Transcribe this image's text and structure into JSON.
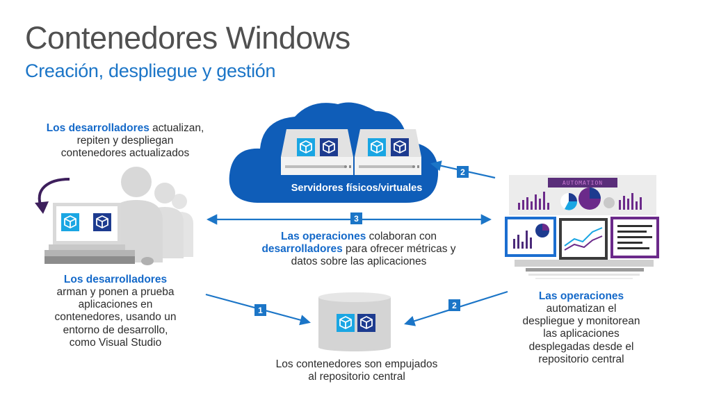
{
  "header": {
    "title": "Contenedores Windows",
    "subtitle": "Creación, despliegue y gestión"
  },
  "cloud": {
    "label": "Servidores físicos/virtuales"
  },
  "monitor": {
    "banner": "AUTOMATION"
  },
  "badges": {
    "step1": "1",
    "step2_top": "2",
    "step2_bottom": "2",
    "step3": "3"
  },
  "texts": {
    "dev_update": {
      "highlight": "Los desarrolladores",
      "rest1": " actualizan,",
      "line2": "repiten y despliegan",
      "line3": "contenedores actualizados"
    },
    "dev_build": {
      "highlight": "Los desarrolladores",
      "line2": "arman y ponen a prueba",
      "line3": "aplicaciones en",
      "line4": "contenedores, usando un",
      "line5": "entorno de desarrollo,",
      "line6": "como Visual Studio"
    },
    "ops_collab": {
      "highlight1": "Las operaciones",
      "rest1": " colaboran con",
      "highlight2": "desarrolladores",
      "rest2": " para ofrecer métricas y",
      "line3": "datos sobre las aplicaciones"
    },
    "ops_auto": {
      "highlight": "Las operaciones",
      "line2": "automatizan el",
      "line3": "despliegue y monitorean",
      "line4": "las aplicaciones",
      "line5": "desplegadas desde el",
      "line6": "repositorio central"
    },
    "repo": {
      "line1": "Los contenedores son empujados",
      "line2": "al repositorio central"
    }
  },
  "colors": {
    "blue": "#1b75c7",
    "highlight": "#1469c9",
    "cloud": "#0f5db8",
    "navy": "#1d3b8f",
    "cyan": "#1aa6e3",
    "gray": "#d4d4d4",
    "purple": "#6b2a8a"
  }
}
